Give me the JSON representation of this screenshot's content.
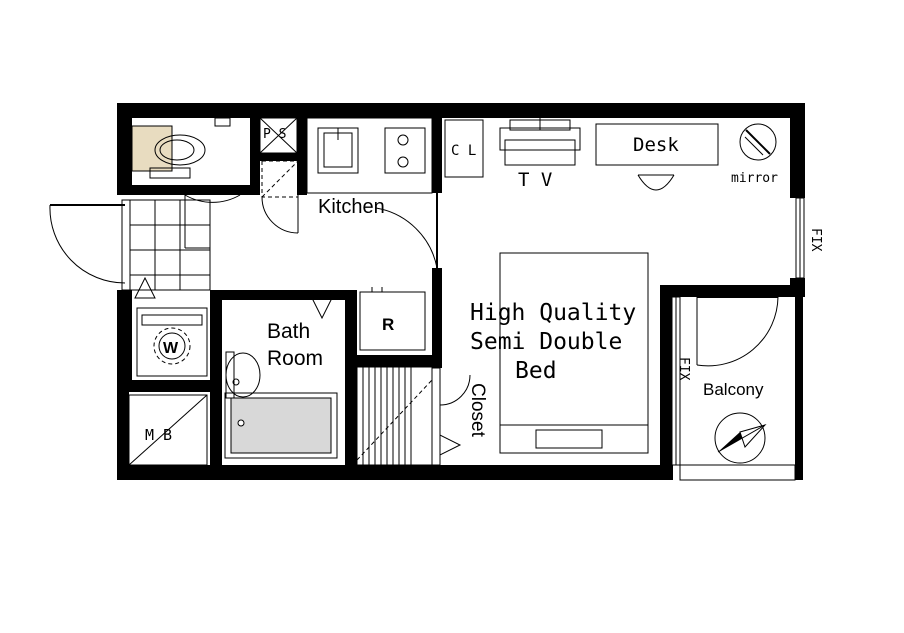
{
  "labels": {
    "ps": "P S",
    "kitchen": "Kitchen",
    "cl": "C L",
    "tv": "T V",
    "desk": "Desk",
    "mirror": "mirror",
    "fix_right": "FIX",
    "fix_balcony": "FIX",
    "washer": "W",
    "fridge": "R",
    "bath_line1": "Bath",
    "bath_line2": "Room",
    "bed_line1": "High Quality",
    "bed_line2": "Semi Double",
    "bed_line3": "Bed",
    "closet": "Closet",
    "balcony": "Balcony",
    "mb": "M  B"
  },
  "colors": {
    "wall": "#000000",
    "bathtub": "#d8d8d8",
    "toilet_tank": "#e8dcc0"
  }
}
